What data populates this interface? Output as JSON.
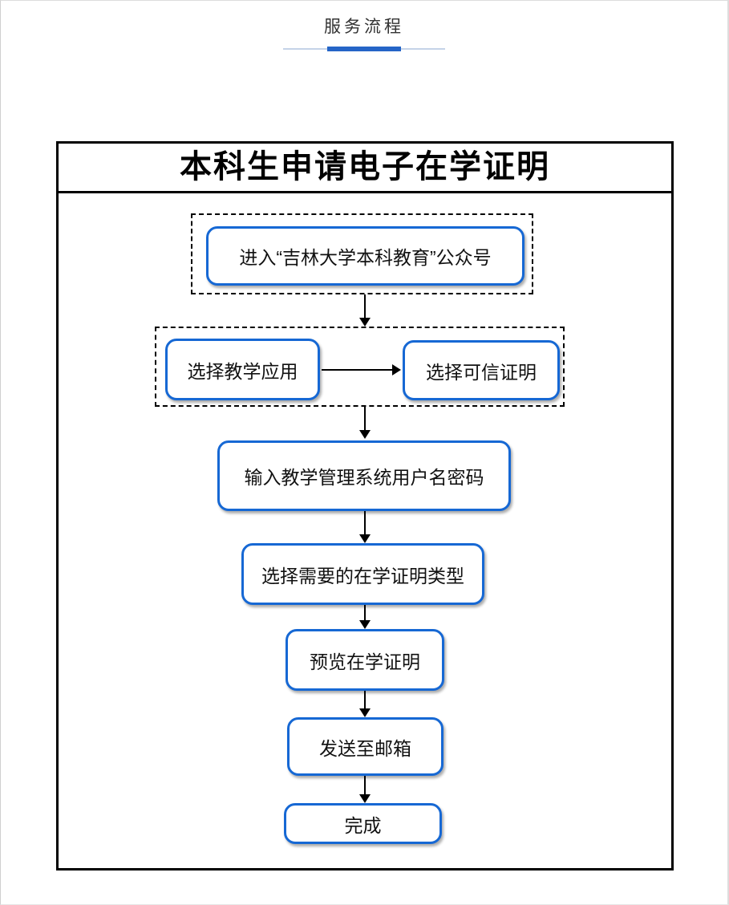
{
  "page": {
    "tab": {
      "label": "服务流程"
    },
    "colors": {
      "tab_accent": "#2565c7",
      "tab_track": "#c5d3e8",
      "box_border": "#1668d4",
      "outline": "#000000"
    },
    "flowchart": {
      "title": "本科生申请电子在学证明",
      "steps": [
        {
          "id": "enter-official-account",
          "label": "进入“吉林大学本科教育”公众号"
        },
        {
          "id": "select-teaching-app",
          "label": "选择教学应用"
        },
        {
          "id": "select-trusted-cert",
          "label": "选择可信证明"
        },
        {
          "id": "input-credentials",
          "label": "输入教学管理系统用户名密码"
        },
        {
          "id": "select-cert-type",
          "label": "选择需要的在学证明类型"
        },
        {
          "id": "preview-cert",
          "label": "预览在学证明"
        },
        {
          "id": "send-to-email",
          "label": "发送至邮箱"
        },
        {
          "id": "done",
          "label": "完成"
        }
      ]
    }
  }
}
